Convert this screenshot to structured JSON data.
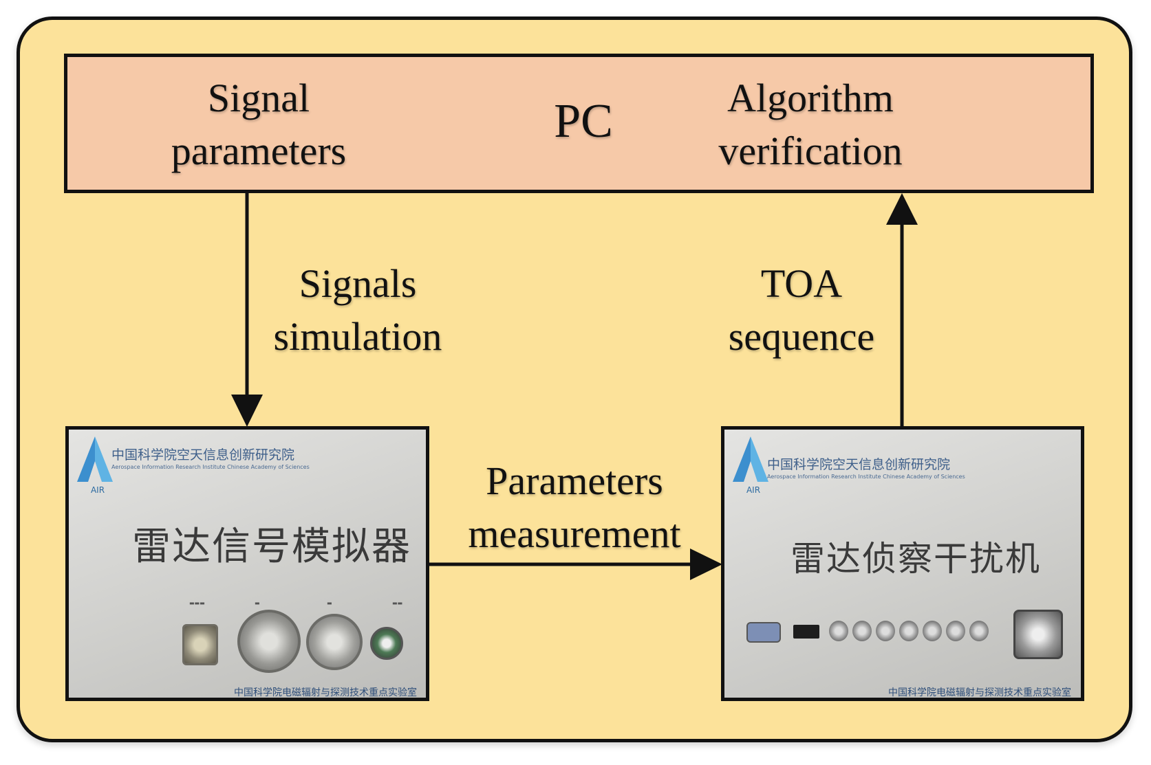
{
  "colors": {
    "background": "#fce29a",
    "pc_box": "#f6c9a8",
    "stroke": "#111111",
    "panel_text": "#3e5f8a"
  },
  "pc": {
    "title": "PC",
    "left_lines": [
      "Signal",
      "parameters"
    ],
    "right_lines": [
      "Algorithm",
      "verification"
    ]
  },
  "edges": {
    "signals_simulation": [
      "Signals",
      "simulation"
    ],
    "toa_sequence": [
      "TOA",
      "sequence"
    ],
    "parameters_measurement": [
      "Parameters",
      "measurement"
    ]
  },
  "devices": {
    "simulator": {
      "institute_cn": "中国科学院空天信息创新研究院",
      "institute_en": "Aerospace Information Research Institute Chinese Academy of Sciences",
      "logo_text": "AIR",
      "title": "雷达信号模拟器",
      "footer": "中国科学院电磁辐射与探测技术重点实验室"
    },
    "jammer": {
      "institute_cn": "中国科学院空天信息创新研究院",
      "institute_en": "Aerospace Information Research Institute Chinese Academy of Sciences",
      "logo_text": "AIR",
      "title": "雷达侦察干扰机",
      "footer": "中国科学院电磁辐射与探测技术重点实验室"
    }
  }
}
